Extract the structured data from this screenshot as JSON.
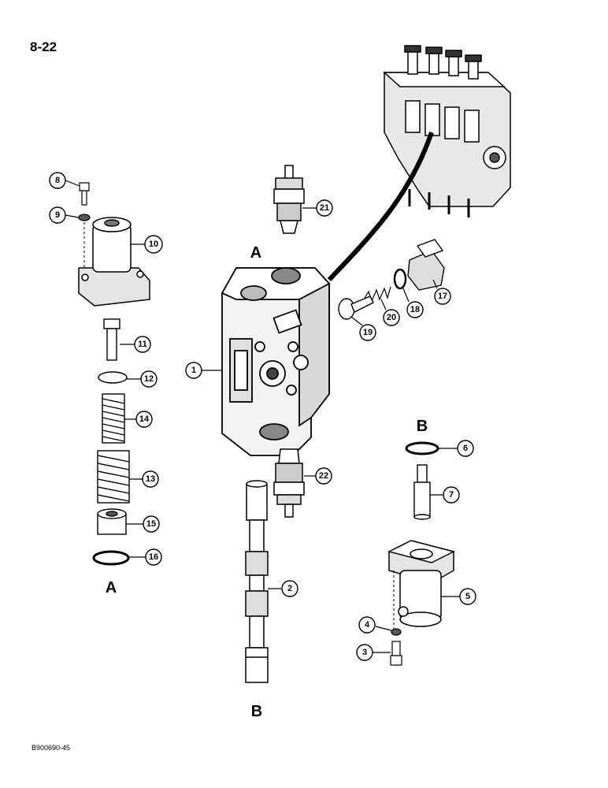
{
  "header": {
    "page_number": "8-22"
  },
  "footer": {
    "figure_code": "B900690-45"
  },
  "section_labels": [
    "A",
    "B",
    "A",
    "B"
  ],
  "callouts": [
    "1",
    "2",
    "3",
    "4",
    "5",
    "6",
    "7",
    "8",
    "9",
    "10",
    "11",
    "12",
    "13",
    "14",
    "15",
    "16",
    "17",
    "18",
    "19",
    "20",
    "21",
    "22"
  ]
}
